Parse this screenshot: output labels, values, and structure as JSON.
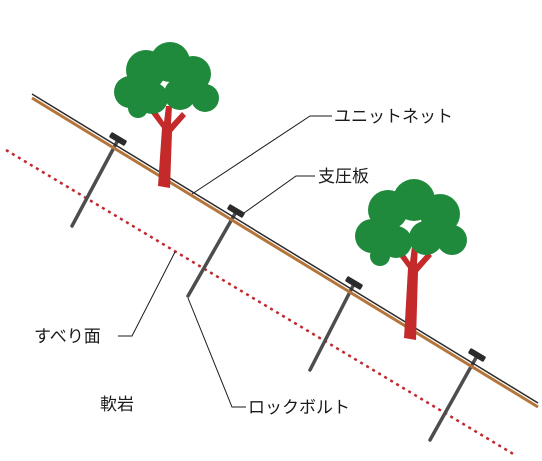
{
  "labels": {
    "unit_net": "ユニットネット",
    "bearing_plate": "支圧板",
    "slip_surface": "すべり面",
    "soft_rock": "軟岩",
    "rock_bolt": "ロックボルト"
  },
  "colors": {
    "slope_line": "#b5753a",
    "slip_line": "#c0282e",
    "tree_foliage": "#1f8a3b",
    "tree_trunk": "#c42a2a",
    "bolt": "#4d4d4d"
  },
  "icons": {
    "tree": "tree-icon",
    "bolt": "rock-bolt-icon",
    "plate": "bearing-plate-icon"
  }
}
